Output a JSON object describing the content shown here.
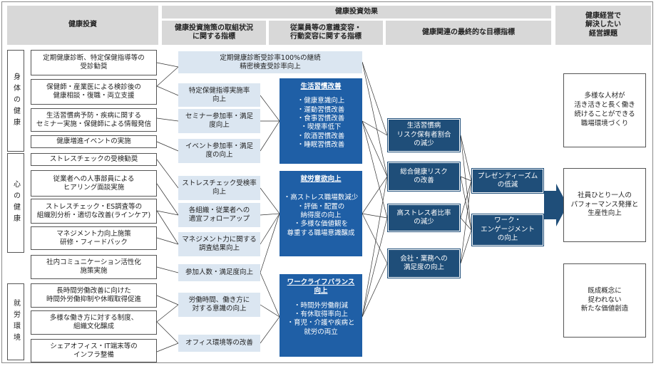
{
  "headers": {
    "investment": "健康投資",
    "effects": "健康投資効果",
    "initiatives": "健康投資施策の取組状況\nに関する指標",
    "awareness": "従業員等の意識変容・\n行動変容に関する指標",
    "final_goal": "健康関連の最終的な目標指標",
    "issues": "健康経営で\n解決したい\n経営課題"
  },
  "categories": [
    "身体の健康",
    "心の健康",
    "就労環境"
  ],
  "investments": [
    "定期健康診断、特定保健指導等の\n受診勧奨",
    "保健師・産業医による検診後の\n健康相談・復職・両立支援",
    "生活習慣病予防・疾病に関する\nセミナー実施・保健師による情報発信",
    "健康増進イベントの実施",
    "ストレスチェックの受検勧奨",
    "従業者への人事部員による\nヒアリング面談実施",
    "ストレスチェック・ES調査等の\n組織別分析・適切な改善(ラインケア)",
    "マネジメント力向上施策\n研修・フィードバック",
    "社内コミュニケーション活性化\n施策実施",
    "長時間労働改善に向けた\n時間外労働抑制や休暇取得促進",
    "多様な働き方に対する制度、\n組織文化醸成",
    "シェアオフィス・IT端末等の\nインフラ整備"
  ],
  "indicators": [
    "定期健康診断受診率100%の継続\n精密検査受診率向上",
    "特定保健指導実施率\n向上",
    "セミナー参加率・満足\n度向上",
    "イベント参加率・満足\n度の向上",
    "ストレスチェック受検率\n向上",
    "各組織・従業者への\n適宜フォローアップ",
    "マネジメント力に関する\n調査結果向上",
    "参加人数・満足度向上",
    "労働時間、働き方に\n対する意識の向上",
    "オフィス環境等の改善"
  ],
  "behavior": [
    {
      "title": "生活習慣改善",
      "items": [
        "・健康意識向上",
        "・運動習慣改善",
        "・食事習慣改善",
        "・喫煙率低下",
        "・飲酒習慣改善",
        "・睡眠習慣改善"
      ]
    },
    {
      "title": "就労意欲向上",
      "items": [
        "・高ストレス職場数減少",
        "・評価・配置の",
        "納得度の向上",
        "・多様な価値観を",
        "尊重する職場意識醸成"
      ]
    },
    {
      "title": "ワークライフバランス\n向上",
      "items": [
        "・時間外労働削減",
        "・有休取得率向上",
        "・育児・介護や疾病と",
        "就労の両立"
      ]
    }
  ],
  "final_indicators": [
    "生活習慣病\nリスク保有者割合\nの減少",
    "総合健康リスク\nの改善",
    "高ストレス者比率\nの減少",
    "会社・業務への\n満足度の向上"
  ],
  "outcomes": [
    "プレゼンティーズム\nの低減",
    "ワーク・\nエンゲージメント\nの向上"
  ],
  "goals": [
    "多様な人材が\n活き活きと長く働き\n続けることができる\n職場環境づくり",
    "社員ひとり一人の\nパフォーマンス発揮と\n生産性向上",
    "既成概念に\n捉われない\n新たな価値創造"
  ],
  "colors": {
    "dark_blue": "#1f5fa6",
    "navy": "#1f4e79",
    "light_blue": "#dbe6f1",
    "header_gray": "#d8d8d8"
  }
}
